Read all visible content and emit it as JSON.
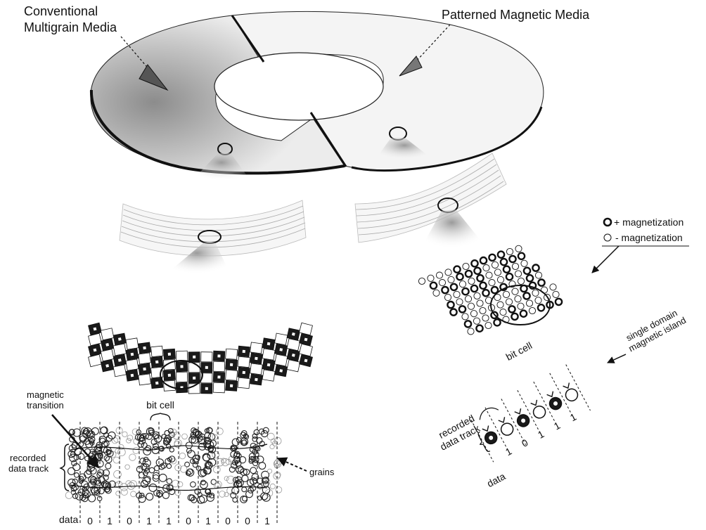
{
  "titles": {
    "conventional_line1": "Conventional",
    "conventional_line2": "Multigrain Media",
    "patterned": "Patterned Magnetic Media"
  },
  "legend": {
    "plus": "+ magnetization",
    "minus": "- magnetization"
  },
  "conventional_labels": {
    "magnetic_transition_line1": "magnetic",
    "magnetic_transition_line2": "transition",
    "bit_cell": "bit cell",
    "recorded_line1": "recorded",
    "recorded_line2": "data track",
    "grains": "grains",
    "data": "data"
  },
  "conventional_data": [
    "0",
    "1",
    "0",
    "1",
    "1",
    "0",
    "1",
    "0",
    "0",
    "1"
  ],
  "patterned_labels": {
    "bit_cell": "bit cell",
    "single_domain_line1": "single domain",
    "single_domain_line2": "magnetic island",
    "recorded_line1": "recorded",
    "recorded_line2": "data track",
    "data": "data"
  },
  "patterned_data": [
    "1",
    "0",
    "1",
    "1",
    "1"
  ],
  "colors": {
    "ink": "#111111",
    "shade": "#9a9a9a",
    "light": "#d8d8d8"
  }
}
